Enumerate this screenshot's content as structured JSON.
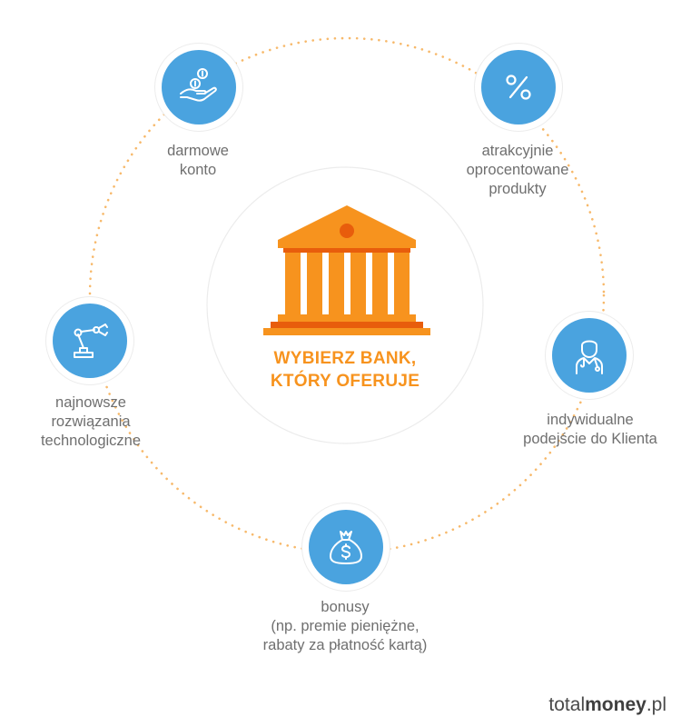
{
  "colors": {
    "orange": "#f7931e",
    "orange_dark": "#e85d0c",
    "blue": "#4aa3df",
    "caption_gray": "#6f6f6f",
    "ring_gray": "#ececec"
  },
  "center": {
    "icon": "bank-building-icon",
    "title_lines": [
      "WYBIERZ BANK,",
      "KTÓRY OFERUJE"
    ]
  },
  "nodes": [
    {
      "icon": "hand-coins-icon",
      "caption_lines": [
        "darmowe",
        "konto"
      ]
    },
    {
      "icon": "percent-icon",
      "caption_lines": [
        "atrakcyjnie",
        "oprocentowane",
        "produkty"
      ]
    },
    {
      "icon": "advisor-person-icon",
      "caption_lines": [
        "indywidualne",
        "podejście do Klienta"
      ]
    },
    {
      "icon": "money-bag-icon",
      "caption_lines": [
        "bonusy",
        "(np. premie pieniężne,",
        "rabaty za płatność kartą)"
      ]
    },
    {
      "icon": "robotic-arm-icon",
      "caption_lines": [
        "najnowsze",
        "rozwiązania",
        "technologiczne"
      ]
    }
  ],
  "brand": {
    "regular": "total",
    "bold": "money",
    "suffix": ".pl"
  }
}
